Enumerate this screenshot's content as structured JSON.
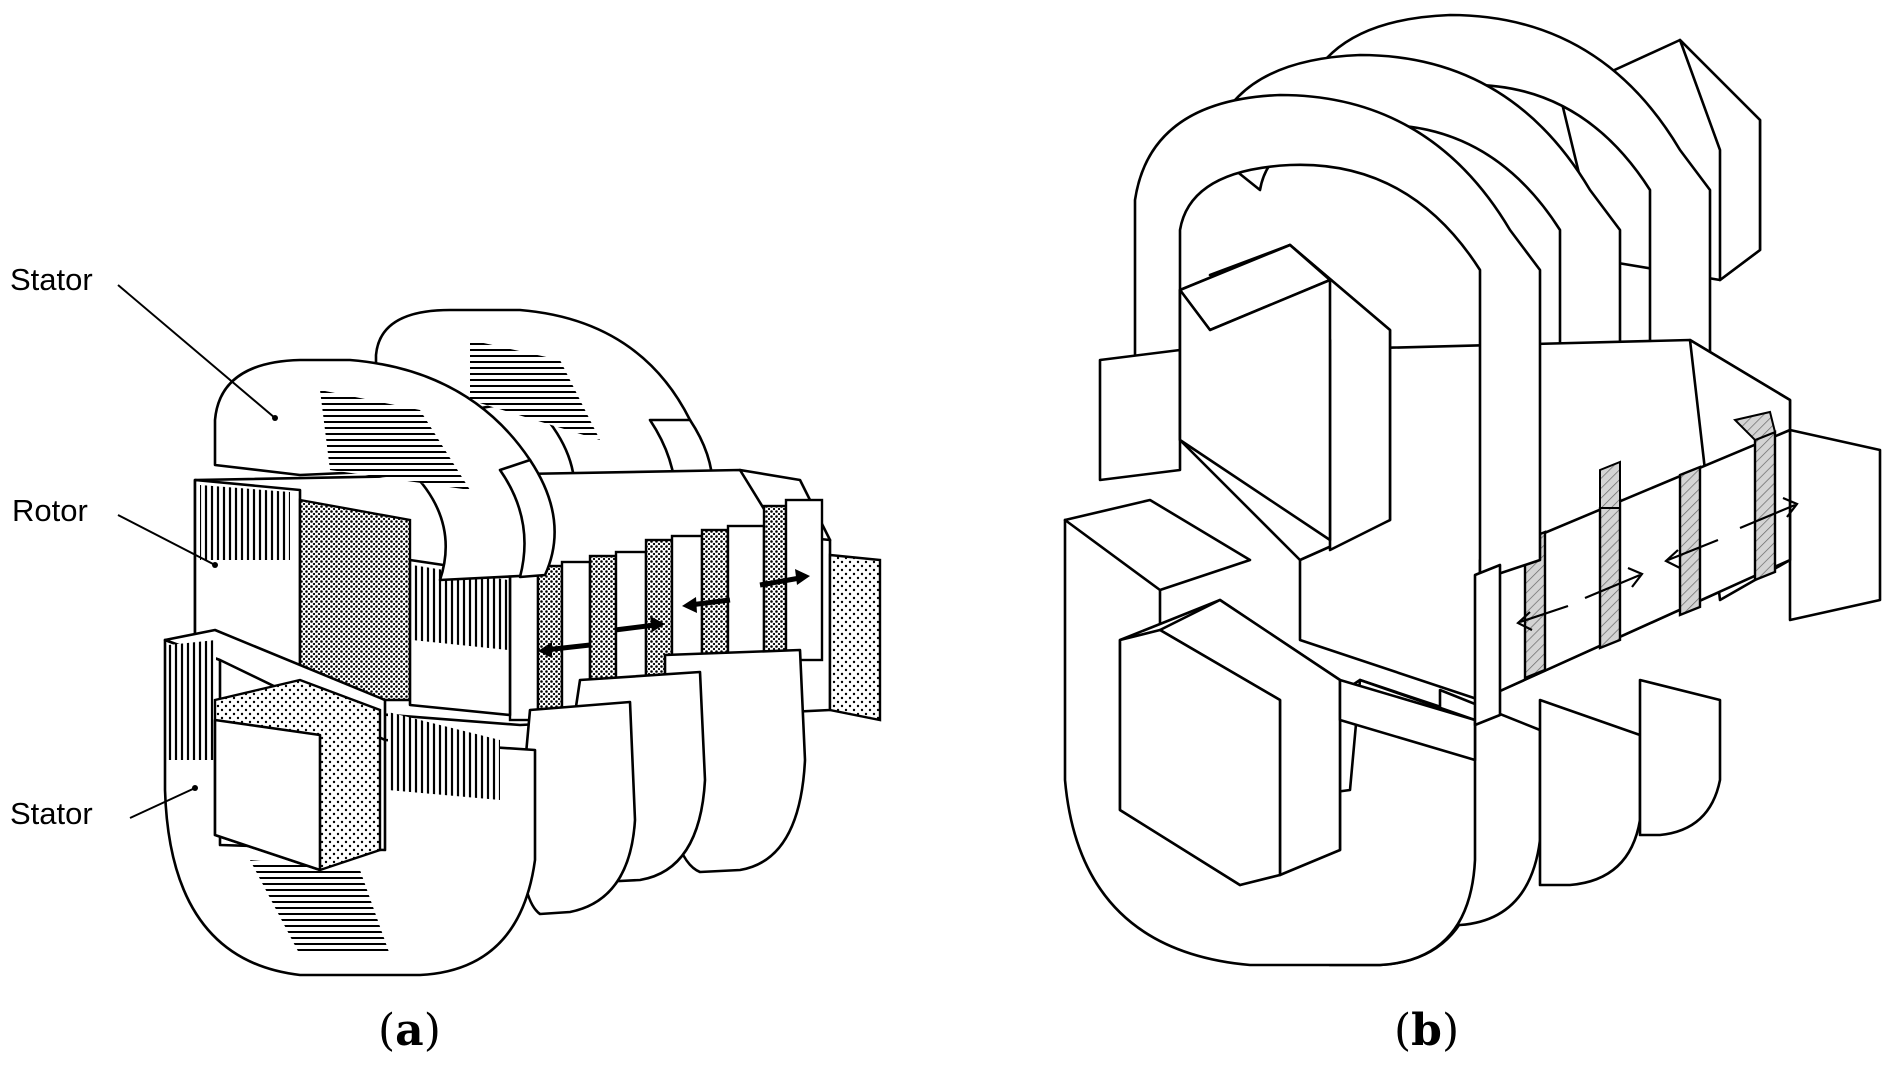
{
  "figure": {
    "panel_a": {
      "caption": "(a)",
      "caption_letter": "a",
      "labels": {
        "stator_top": "Stator",
        "rotor": "Rotor",
        "stator_bottom": "Stator"
      }
    },
    "panel_b": {
      "caption": "(b)",
      "caption_letter": "b"
    }
  },
  "colors": {
    "line": "#000000",
    "background": "#ffffff",
    "shaded_gap": "#c8c8c8"
  },
  "icons": {
    "flux_arrow": "double-headed-arrow"
  }
}
